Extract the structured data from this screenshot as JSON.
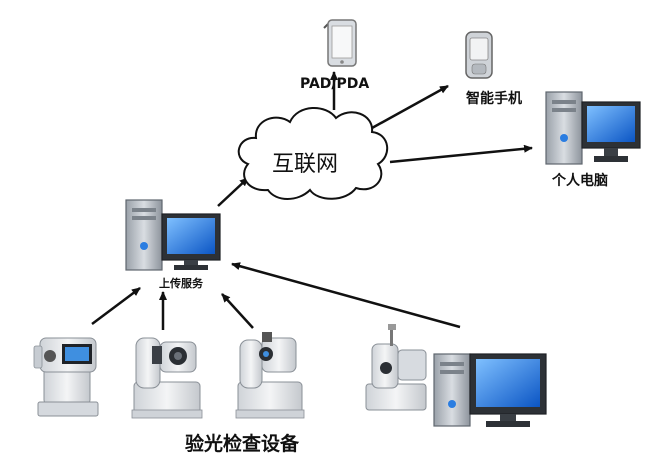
{
  "nodes": {
    "internet": {
      "label": "互联网"
    },
    "pad": {
      "label": "PAD/PDA"
    },
    "phone": {
      "label": "智能手机"
    },
    "pc": {
      "label": "个人电脑"
    },
    "server": {
      "label": "上传服务"
    },
    "devices": {
      "label": "验光检查设备"
    }
  },
  "edges": [
    {
      "from": "internet",
      "to": "pad"
    },
    {
      "from": "internet",
      "to": "phone"
    },
    {
      "from": "internet",
      "to": "pc"
    },
    {
      "from": "server",
      "to": "internet"
    },
    {
      "from": "device-autorefractor",
      "to": "server"
    },
    {
      "from": "device-slitlamp-1",
      "to": "server"
    },
    {
      "from": "device-slitlamp-2",
      "to": "server"
    },
    {
      "from": "device-workstation",
      "to": "server"
    }
  ],
  "colors": {
    "arrow": "#111111",
    "monitor_screen": "#1e6fd9",
    "tower": "#c8ccd2",
    "device_body": "#e9ebee"
  }
}
